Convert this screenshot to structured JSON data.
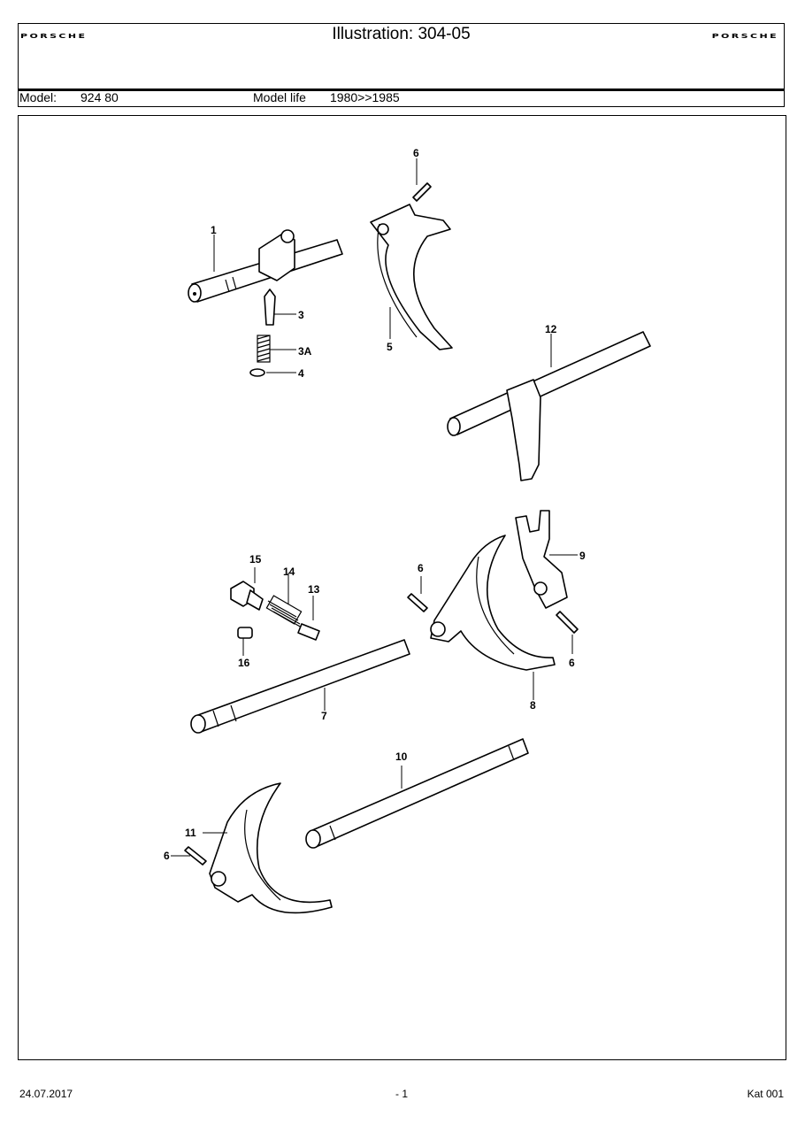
{
  "header": {
    "brand_left": "PORSCHE",
    "brand_right": "PORSCHE",
    "title": "Illustration: 304-05",
    "model_label": "Model:",
    "model_value": "924 80",
    "model_life_label": "Model life",
    "model_life_value": "1980>>1985"
  },
  "callouts": {
    "c1": "1",
    "c3": "3",
    "c3a": "3A",
    "c4": "4",
    "c5": "5",
    "c6a": "6",
    "c12": "12",
    "c15": "15",
    "c14": "14",
    "c13": "13",
    "c16": "16",
    "c7": "7",
    "c6b": "6",
    "c9": "9",
    "c6c": "6",
    "c8": "8",
    "c10": "10",
    "c11": "11",
    "c6d": "6"
  },
  "footer": {
    "date": "24.07.2017",
    "page": "- 1",
    "catalog": "Kat 001"
  }
}
